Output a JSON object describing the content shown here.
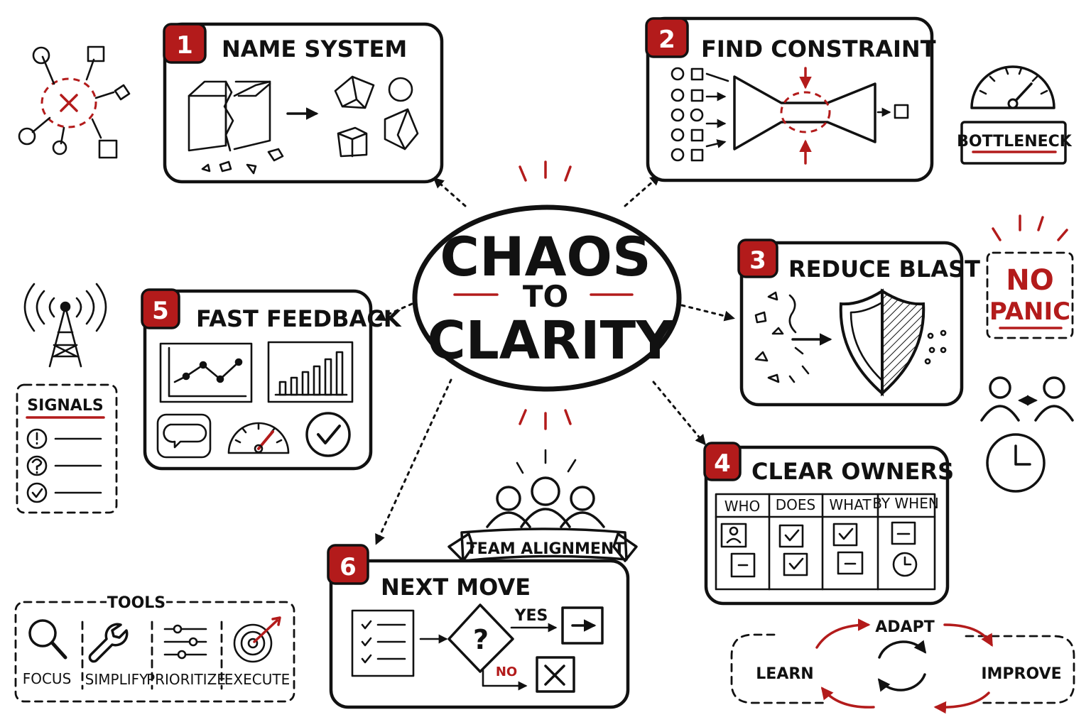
{
  "center": {
    "line1": "CHAOS",
    "line2": "TO",
    "line3": "CLARITY"
  },
  "steps": [
    {
      "number": "1",
      "title": "NAME SYSTEM"
    },
    {
      "number": "2",
      "title": "FIND CONSTRAINT"
    },
    {
      "number": "3",
      "title": "REDUCE BLAST"
    },
    {
      "number": "4",
      "title": "CLEAR OWNERS"
    },
    {
      "number": "5",
      "title": "FAST FEEDBACK"
    },
    {
      "number": "6",
      "title": "NEXT MOVE"
    }
  ],
  "owners_table": {
    "headers": [
      "WHO",
      "DOES",
      "WHAT",
      "BY WHEN"
    ]
  },
  "decision": {
    "yes": "YES",
    "no": "NO"
  },
  "side_labels": {
    "bottleneck": "BOTTLENECK",
    "no_panic_1": "NO",
    "no_panic_2": "PANIC",
    "signals": "SIGNALS",
    "team_alignment": "TEAM ALIGNMENT"
  },
  "tools": {
    "title": "TOOLS",
    "items": [
      "FOCUS",
      "SIMPLIFY",
      "PRIORITIZE",
      "EXECUTE"
    ]
  },
  "cycle": {
    "top": "ADAPT",
    "left": "LEARN",
    "right": "IMPROVE"
  },
  "colors": {
    "ink": "#111111",
    "accent": "#b31b1b",
    "background": "#ffffff"
  }
}
